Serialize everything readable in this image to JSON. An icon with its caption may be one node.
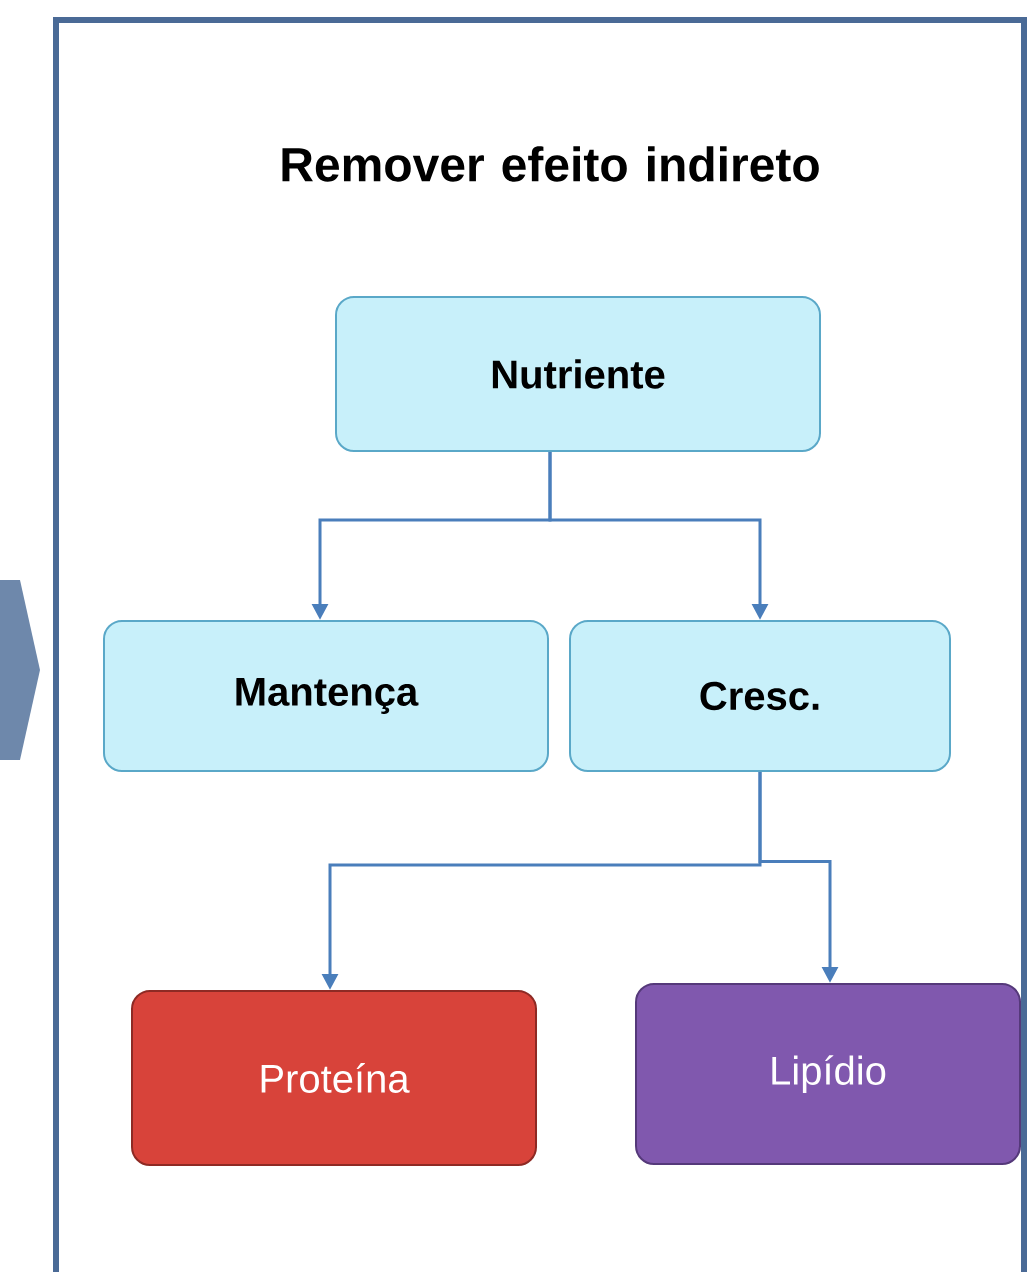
{
  "diagram": {
    "title": "Remover efeito indireto",
    "nodes": [
      {
        "text": [
          "Nutriente"
        ]
      },
      {
        "text": [
          "Mantença"
        ]
      },
      {
        "text": [
          "Cresc."
        ]
      },
      {
        "text": [
          "Proteína"
        ]
      },
      {
        "text": [
          "Lipídio"
        ]
      }
    ],
    "edges": [
      {
        "from": 0,
        "to": 1,
        "arrow": "to"
      },
      {
        "from": 0,
        "to": 2,
        "arrow": "to"
      },
      {
        "from": 2,
        "to": 3,
        "arrow": "to"
      },
      {
        "from": 2,
        "to": 4,
        "arrow": "to"
      }
    ]
  }
}
